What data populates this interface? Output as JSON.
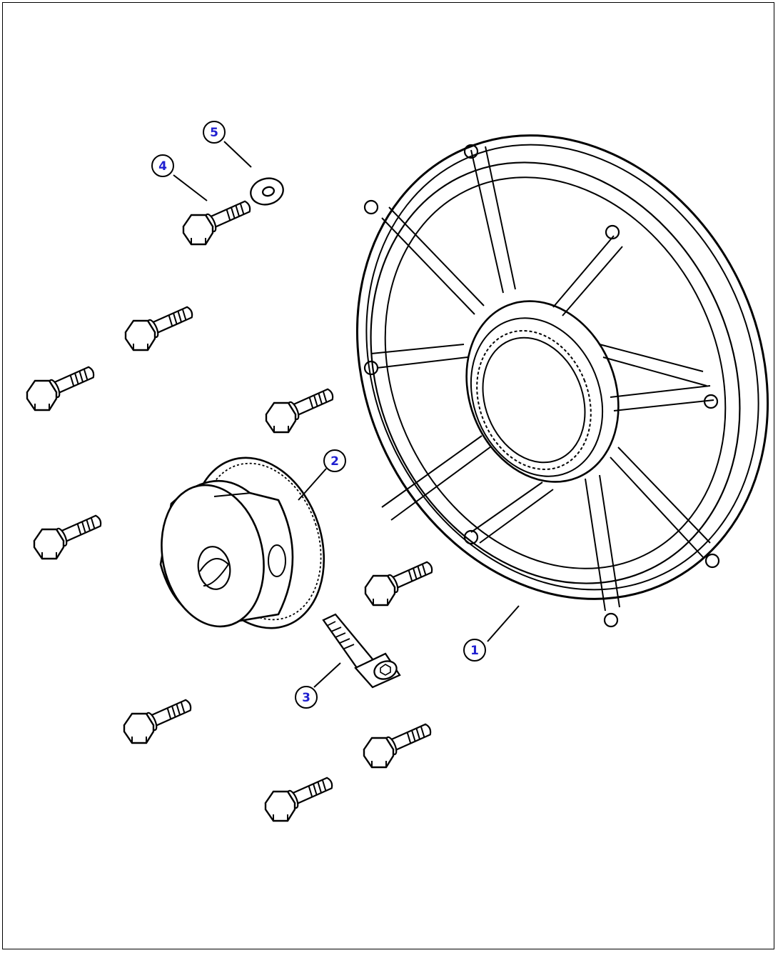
{
  "callouts": [
    {
      "id": "1",
      "label": "1",
      "part": "flywheel-housing-ring"
    },
    {
      "id": "2",
      "label": "2",
      "part": "spur-gear-hub"
    },
    {
      "id": "3",
      "label": "3",
      "part": "socket-head-cap-screw"
    },
    {
      "id": "4",
      "label": "4",
      "part": "hex-bolt"
    },
    {
      "id": "5",
      "label": "5",
      "part": "washer"
    }
  ],
  "colors": {
    "line": "#000000",
    "callout_text": "#1f1fd0",
    "callout_fill": "#ffffff",
    "background": "#ffffff"
  }
}
